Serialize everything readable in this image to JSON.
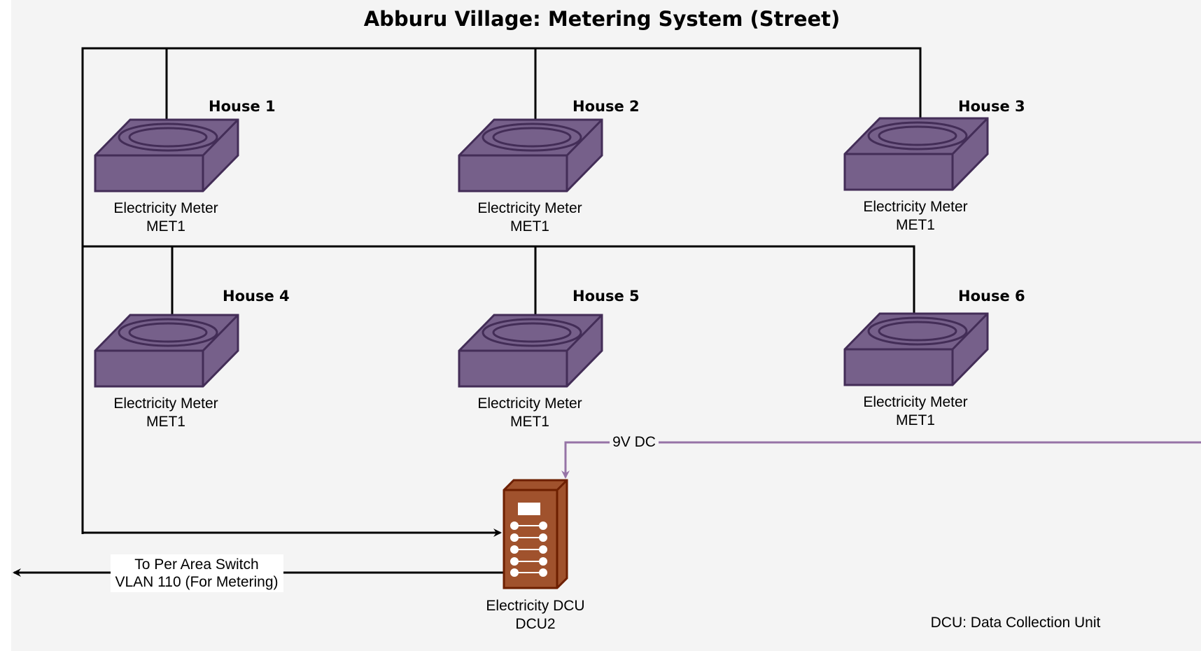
{
  "diagram": {
    "title": "Abburu Village: Metering System (Street)",
    "colors": {
      "background": "#f4f4f4",
      "line": "#000000",
      "power_line": "#9673a6",
      "meter_fill": "#76608a",
      "meter_stroke": "#432d57",
      "dcu_fill": "#a0522d",
      "dcu_stroke": "#6d1f00"
    },
    "meters": [
      {
        "house": "House 1",
        "name": "Electricity Meter",
        "id": "MET1",
        "icon": "electricity-meter-icon"
      },
      {
        "house": "House 2",
        "name": "Electricity Meter",
        "id": "MET1",
        "icon": "electricity-meter-icon"
      },
      {
        "house": "House 3",
        "name": "Electricity Meter",
        "id": "MET1",
        "icon": "electricity-meter-icon"
      },
      {
        "house": "House 4",
        "name": "Electricity Meter",
        "id": "MET1",
        "icon": "electricity-meter-icon"
      },
      {
        "house": "House 5",
        "name": "Electricity Meter",
        "id": "MET1",
        "icon": "electricity-meter-icon"
      },
      {
        "house": "House 6",
        "name": "Electricity Meter",
        "id": "MET1",
        "icon": "electricity-meter-icon"
      }
    ],
    "dcu": {
      "name": "Electricity DCU",
      "id": "DCU2",
      "icon": "data-collection-unit-icon"
    },
    "power_feed": {
      "label": "9V DC"
    },
    "uplink": {
      "line1": "To Per Area Switch",
      "line2": "VLAN 110 (For Metering)"
    },
    "legend": {
      "text": "DCU: Data Collection Unit"
    }
  }
}
